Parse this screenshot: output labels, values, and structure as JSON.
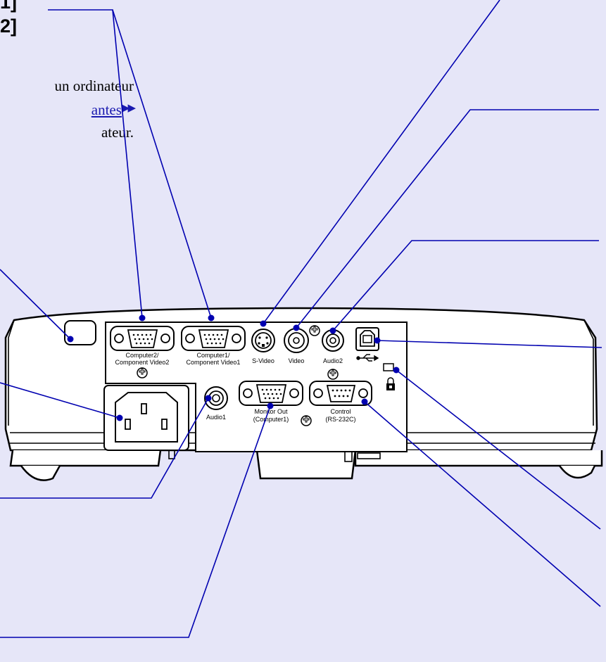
{
  "heading": {
    "line1": "1]",
    "line2": "2]"
  },
  "body": {
    "line1": "un ordinateur",
    "link_text": "antes",
    "line3": "ateur."
  },
  "ports": {
    "computer2": [
      "Computer2/",
      "Component Video2"
    ],
    "computer1": [
      "Computer1/",
      "Component Video1"
    ],
    "svideo": "S-Video",
    "video": "Video",
    "audio2": "Audio2",
    "audio1": "Audio1",
    "monitor_out": [
      "Monitor Out",
      "(Computer1)"
    ],
    "control": [
      "Control",
      "(RS-232C)"
    ]
  },
  "icons": {
    "usb": "usb-icon",
    "security_lock": "lock-icon",
    "screw": "screw-icon",
    "link_arrow": "double-arrow-icon"
  },
  "colors": {
    "background": "#e6e6f8",
    "callout_line": "#0000b0",
    "link": "#1a1ab0"
  }
}
